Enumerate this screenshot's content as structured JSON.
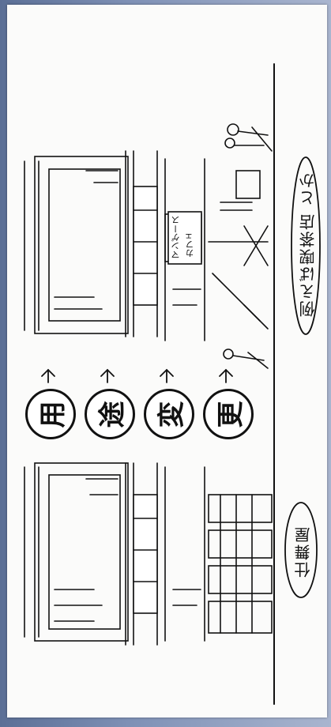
{
  "stamps": [
    "用",
    "途",
    "変",
    "更"
  ],
  "labels": {
    "before": "仕舞屋",
    "after": "例えば喫茶店 とか",
    "sign_line1": "マンゲース",
    "sign_line2": "カフェ"
  },
  "colors": {
    "ink": "#111111",
    "paper": "#fbfbfa"
  }
}
